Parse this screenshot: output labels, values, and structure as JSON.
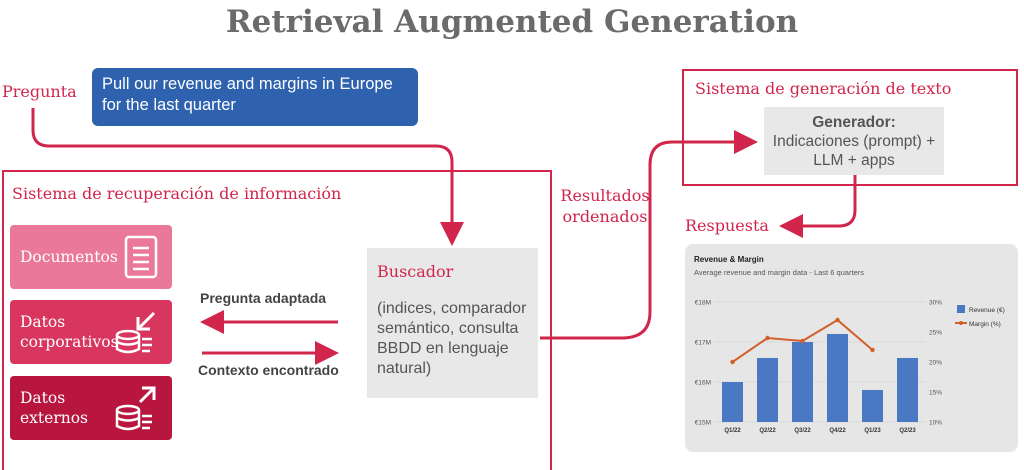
{
  "title": "Retrieval Augmented Generation",
  "pregunta_label": "Pregunta",
  "query_text": "Pull our revenue and margins in Europe for the last quarter",
  "retrieval_system": {
    "label": "Sistema de recuperación de información",
    "tiles": [
      {
        "label": "Documentos",
        "icon": "document-icon"
      },
      {
        "label": "Datos corporativos",
        "icon": "database-inbound-icon"
      },
      {
        "label": "Datos externos",
        "icon": "database-outbound-icon"
      }
    ],
    "flow_in": "Pregunta adaptada",
    "flow_out": "Contexto encontrado",
    "buscador": {
      "title": "Buscador",
      "description": "(indices, comparador semántico, consulta BBDD en lenguaje natural)"
    }
  },
  "results_label": "Resultados ordenados",
  "generation_system": {
    "label": "Sistema de generación de texto",
    "generator_title": "Generador:",
    "generator_desc": "Indicaciones (prompt) + LLM + apps"
  },
  "response_label": "Respuesta",
  "colors": {
    "accent": "#d2254b",
    "query_blue": "#2e62ae",
    "bar_blue": "#4a78c2",
    "line_orange": "#d35f2a"
  },
  "chart_data": {
    "type": "bar",
    "title": "Revenue & Margin",
    "subtitle": "Average revenue and margin data - Last 6 quarters",
    "categories": [
      "Q1/22",
      "Q2/22",
      "Q3/22",
      "Q4/22",
      "Q1/23",
      "Q2/23"
    ],
    "series": [
      {
        "name": "Revenue (€)",
        "type": "bar",
        "axis": "left",
        "values": [
          16.0,
          16.6,
          17.0,
          17.2,
          15.8,
          16.6
        ]
      },
      {
        "name": "Margin (%)",
        "type": "line",
        "axis": "right",
        "values": [
          20,
          24,
          23.5,
          27,
          22,
          null
        ]
      }
    ],
    "y_left": {
      "ticks": [
        "€15M",
        "€16M",
        "€17M",
        "€18M"
      ],
      "range": [
        15,
        18
      ]
    },
    "y_right": {
      "ticks": [
        "10%",
        "15%",
        "20%",
        "25%",
        "30%"
      ],
      "range": [
        10,
        30
      ]
    },
    "legend": "right",
    "grid": true
  }
}
